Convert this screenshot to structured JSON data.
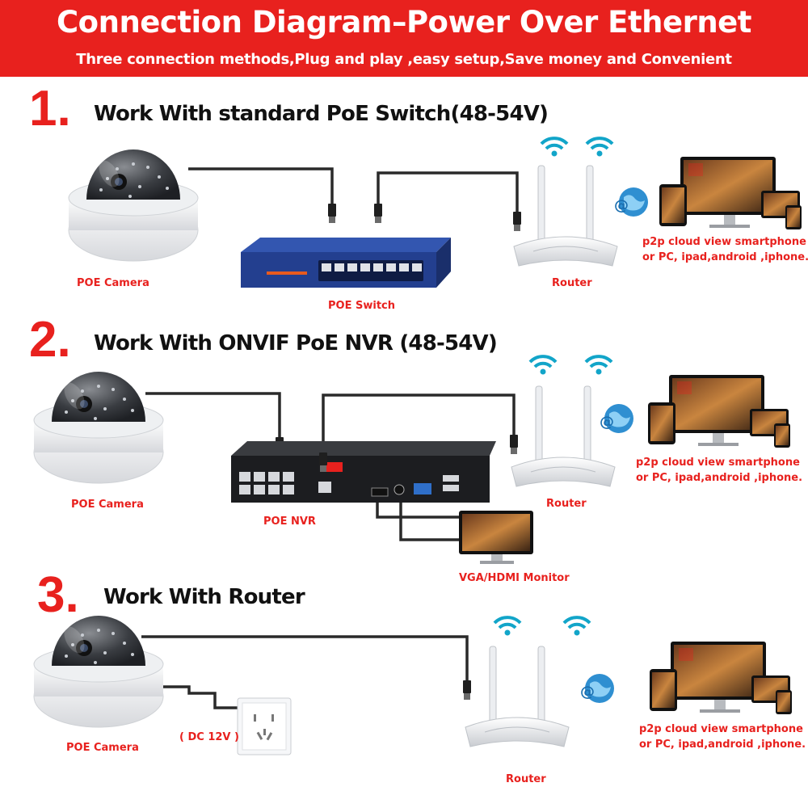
{
  "header": {
    "title": "Connection Diagram–Power Over Ethernet",
    "subtitle": "Three connection methods,Plug and play ,easy setup,Save money and Convenient"
  },
  "sections": [
    {
      "number": "1.",
      "title": "Work With standard PoE Switch(48-54V)",
      "labels": {
        "camera": "POE Camera",
        "hub": "POE Switch",
        "router": "Router",
        "p2p_line1": "p2p cloud view smartphone",
        "p2p_line2": "or PC, ipad,android ,iphone."
      }
    },
    {
      "number": "2.",
      "title": "Work With ONVIF PoE NVR (48-54V)",
      "labels": {
        "camera": "POE Camera",
        "hub": "POE NVR",
        "monitor": "VGA/HDMI Monitor",
        "router": "Router",
        "p2p_line1": "p2p cloud view smartphone",
        "p2p_line2": "or PC, ipad,android ,iphone."
      }
    },
    {
      "number": "3.",
      "title": "Work With Router",
      "labels": {
        "camera": "POE Camera",
        "power": "( DC 12V )",
        "router": "Router",
        "p2p_line1": "p2p cloud view smartphone",
        "p2p_line2": "or PC, ipad,android ,iphone."
      }
    }
  ],
  "colors": {
    "accent": "#e8211e",
    "cable": "#2a2a2a",
    "switch": "#233f8f"
  }
}
